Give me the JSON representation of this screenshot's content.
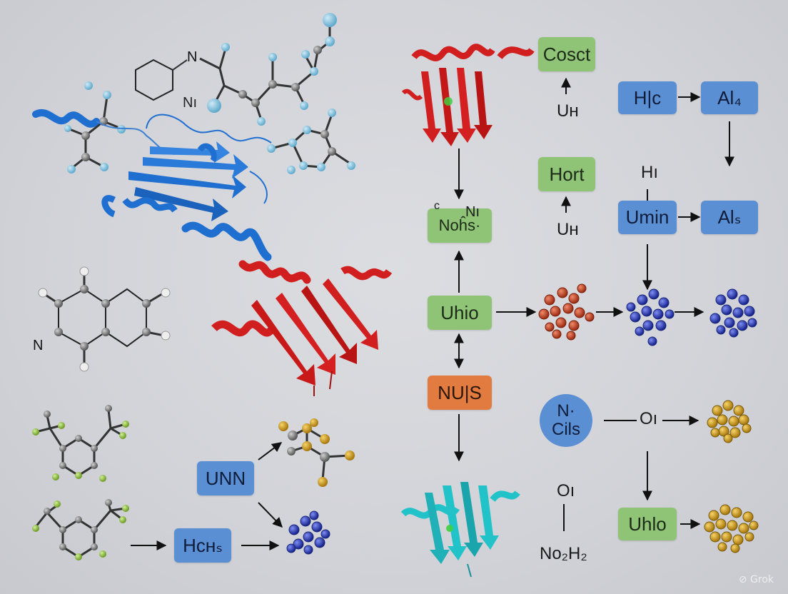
{
  "boxes": {
    "cosct": "Cosct",
    "hic": "H|c",
    "al4": "Al₄",
    "hort": "Hort",
    "umin": "Umin",
    "als": "Alₛ",
    "nohs": "Noĥs·",
    "uhio": "Uhio",
    "nuis": "NU|S",
    "unn": "UNN",
    "hchs": "Hcʜₛ",
    "cils_top": "N·",
    "cils_bottom": "Cils",
    "uhlo": "Uhlo"
  },
  "labels": {
    "uh1": "Uʜ",
    "uh2": "Uʜ",
    "hi": "Hı",
    "n_top": "N",
    "n_sub": "Nı",
    "c_small": "c",
    "n_small": "Nı",
    "o1": "Oı",
    "o1b": "Oı",
    "n_left": "N",
    "no2h2": "No₂H₂"
  },
  "watermark": "⊘ Grok",
  "colors": {
    "protein_blue": "#1f6fd1",
    "protein_red": "#d11f1f",
    "protein_cyan": "#22c2c9",
    "atom_light_blue": "#7fc4e0",
    "atom_red": "#c8462a",
    "atom_navy": "#2336b8",
    "atom_gold": "#d9a41c",
    "atom_green": "#8cc63f",
    "atom_gray": "#7a7a7a"
  },
  "icons": [
    "arrow-icon",
    "protein-ribbon-icon",
    "molecule-icon",
    "atom-cluster-icon"
  ]
}
